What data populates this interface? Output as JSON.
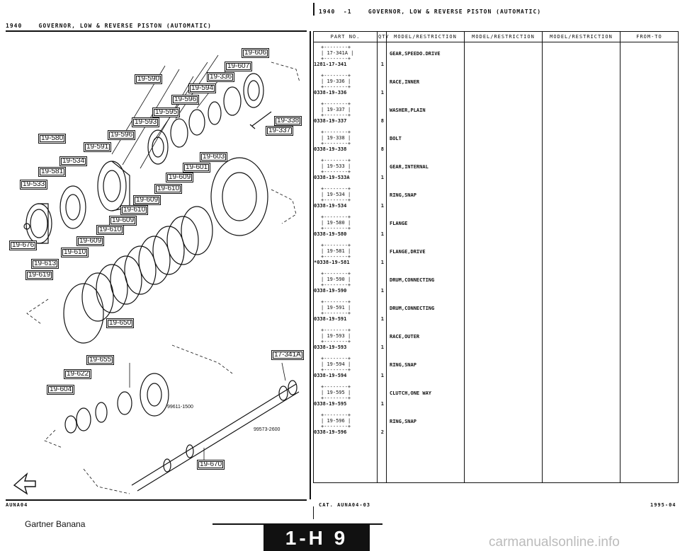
{
  "left_header": {
    "model": "1940",
    "title": "GOVERNOR, LOW & REVERSE PISTON (AUTOMATIC)"
  },
  "right_header": {
    "model": "1940",
    "suffix": "-1",
    "title": "GOVERNOR, LOW & REVERSE PISTON (AUTOMATIC)"
  },
  "table": {
    "headers": [
      "PART NO.",
      "QTY",
      "MODEL/RESTRICTION",
      "MODEL/RESTRICTION",
      "MODEL/RESTRICTION",
      "FROM-TO"
    ],
    "rows": [
      {
        "ref": "17-341A",
        "part_no": "1281-17-341",
        "qty": "1",
        "desc": "GEAR,SPEEDO.DRIVE"
      },
      {
        "ref": "19-336",
        "part_no": "0338-19-336",
        "qty": "1",
        "desc": "RACE,INNER"
      },
      {
        "ref": "19-337",
        "part_no": "0338-19-337",
        "qty": "8",
        "desc": "WASHER,PLAIN"
      },
      {
        "ref": "19-338",
        "part_no": "0338-19-338",
        "qty": "8",
        "desc": "BOLT"
      },
      {
        "ref": "19-533",
        "part_no": "0338-19-533A",
        "qty": "1",
        "desc": "GEAR,INTERNAL"
      },
      {
        "ref": "19-534",
        "part_no": "0338-19-534",
        "qty": "1",
        "desc": "RING,SNAP"
      },
      {
        "ref": "19-580",
        "part_no": "0338-19-580",
        "qty": "1",
        "desc": "FLANGE"
      },
      {
        "ref": "19-581",
        "part_no": "*0338-19-581",
        "qty": "1",
        "desc": "FLANGE,DRIVE"
      },
      {
        "ref": "19-590",
        "part_no": "0338-19-590",
        "qty": "1",
        "desc": "DRUM,CONNECTING"
      },
      {
        "ref": "19-591",
        "part_no": "0338-19-591",
        "qty": "1",
        "desc": "DRUM,CONNECTING"
      },
      {
        "ref": "19-593",
        "part_no": "0338-19-593",
        "qty": "1",
        "desc": "RACE,OUTER"
      },
      {
        "ref": "19-594",
        "part_no": "0338-19-594",
        "qty": "1",
        "desc": "RING,SNAP"
      },
      {
        "ref": "19-595",
        "part_no": "0338-19-595",
        "qty": "1",
        "desc": "CLUTCH,ONE WAY"
      },
      {
        "ref": "19-596",
        "part_no": "0338-19-596",
        "qty": "2",
        "desc": "RING,SNAP"
      }
    ]
  },
  "diagram": {
    "callouts": [
      "19-606",
      "19-607",
      "19-590",
      "19-336",
      "19-594",
      "19-596",
      "19-595",
      "19-338",
      "19-593",
      "19-337",
      "19-580",
      "19-596",
      "19-591",
      "19-534",
      "19-603",
      "19-601",
      "19-581",
      "19-609",
      "19-533",
      "19-610",
      "19-609",
      "19-610",
      "19-609",
      "19-676",
      "19-610",
      "19-609",
      "19-610",
      "19-613",
      "19-619",
      "19-650",
      "17-341A",
      "19-655",
      "19-622",
      "19-604",
      "19-670"
    ],
    "tool_label_1": "99611-1500",
    "tool_label_2": "99573-2600",
    "fwd_label": "FWD"
  },
  "footer": {
    "left_code": "AUNA04",
    "cat": "CAT. AUNA04-03",
    "date": "1995-04",
    "watermark": "Gartner Banana",
    "page_label": "1-H 9",
    "site": "carmanualsonline.info"
  }
}
